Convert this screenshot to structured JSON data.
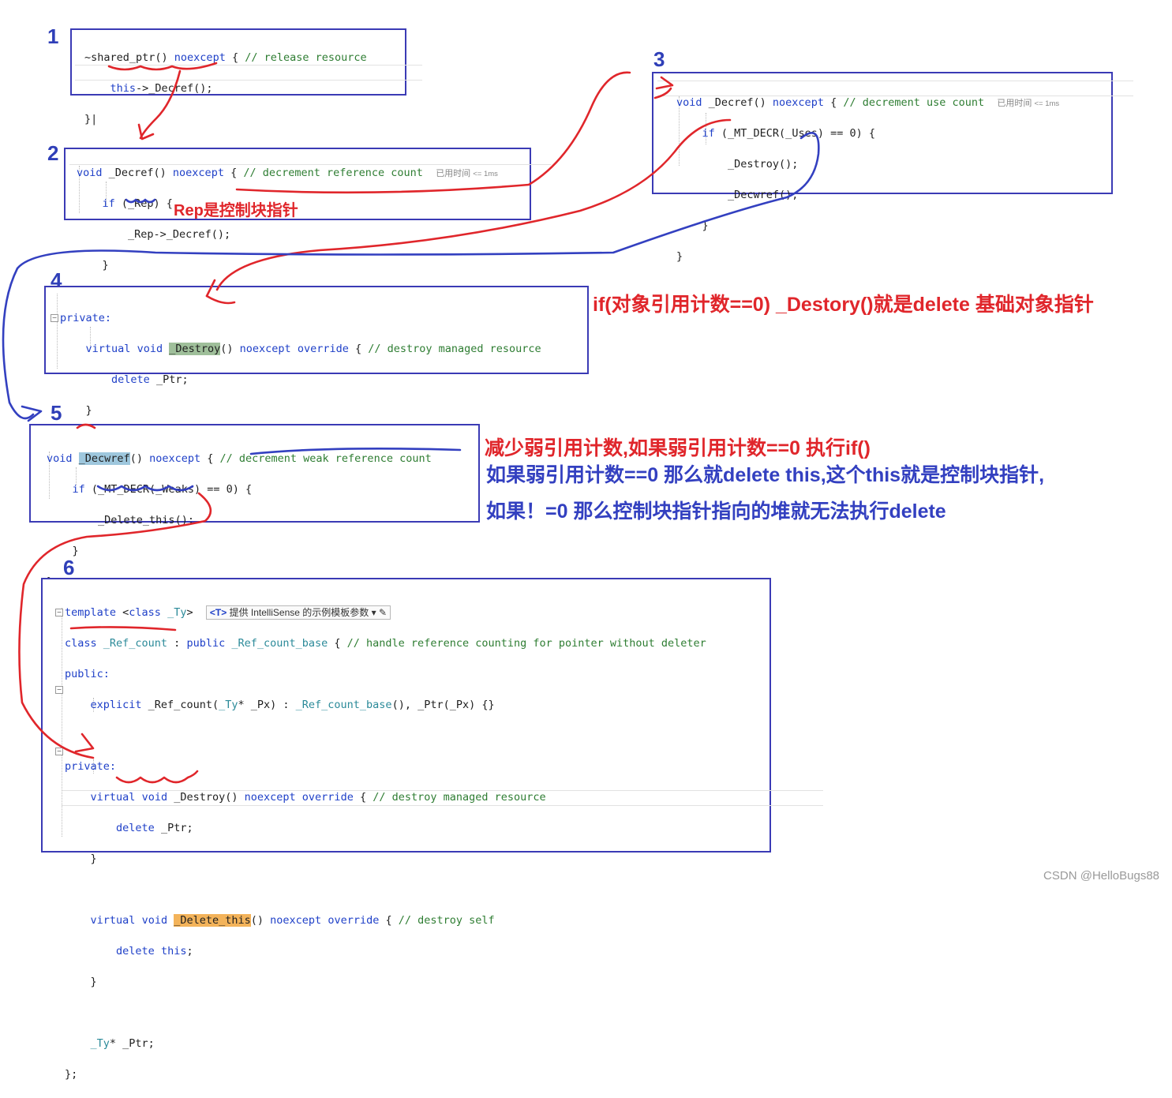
{
  "steps": {
    "s1": {
      "number": "1",
      "l1a": "~shared_ptr() ",
      "l1b": "noexcept",
      "l1c": " { ",
      "l1d": "// release resource",
      "l2a": "this",
      "l2b": "->_Decref();",
      "l3": "}"
    },
    "s2": {
      "number": "2",
      "l1a": "void",
      "l1b": " _Decref() ",
      "l1c": "noexcept",
      "l1d": " { ",
      "l1e": "// decrement reference count",
      "hint": "已用时间",
      "hint_small": "<= 1ms",
      "l2a": "if",
      "l2b": " (_Rep) {",
      "l3": "_Rep->_Decref();",
      "l4": "}",
      "l5": "}"
    },
    "s3": {
      "number": "3",
      "l1a": "void",
      "l1b": " _Decref() ",
      "l1c": "noexcept",
      "l1d": " { ",
      "l1e": "// decrement use count",
      "hint": "已用时间",
      "hint_small": "<= 1ms",
      "l2a": "if",
      "l2b": " (_MT_DECR(_Uses) == 0) {",
      "l3": "_Destroy();",
      "l4": "_Decwref();",
      "l5": "}",
      "l6": "}"
    },
    "s4": {
      "number": "4",
      "l1": "private:",
      "l2a": "virtual",
      "l2b": "void",
      "l2c": "_Destroy",
      "l2d": "() ",
      "l2e": "noexcept",
      "l2f": "override",
      "l2g": " { ",
      "l2h": "// destroy managed resource",
      "l3a": "delete",
      "l3b": " _Ptr;",
      "l4": "}"
    },
    "s5": {
      "number": "5",
      "l1a": "void",
      "l1b": "_Decwref",
      "l1c": "() ",
      "l1d": "noexcept",
      "l1e": " { ",
      "l1f": "// decrement weak reference count",
      "l2a": "if",
      "l2b": " (_MT_DECR(_Weaks) == 0) {",
      "l3": "_Delete_this();",
      "l4": "}",
      "l5": "}"
    },
    "s6": {
      "number": "6",
      "l1a": "template",
      "l1b": " <",
      "l1c": "class",
      "l1d": " _Ty",
      "l1e": ">",
      "badge_t": "<T>",
      "badge_text": "提供 IntelliSense 的示例模板参数 ▾ ✎",
      "l2a": "class",
      "l2b": " _Ref_count",
      "l2c": " : ",
      "l2d": "public",
      "l2e": " _Ref_count_base",
      "l2f": " { ",
      "l2g": "// handle reference counting for pointer without deleter",
      "l3": "public:",
      "l4a": "explicit",
      "l4b": " _Ref_count(",
      "l4c": "_Ty",
      "l4d": "* _Px) : ",
      "l4e": "_Ref_count_base",
      "l4f": "(), _Ptr(_Px) {}",
      "l6": "private:",
      "l7a": "virtual",
      "l7b": "void",
      "l7c": " _Destroy() ",
      "l7d": "noexcept",
      "l7e": "override",
      "l7f": " { ",
      "l7g": "// destroy managed resource",
      "l8a": "delete",
      "l8b": " _Ptr;",
      "l9": "}",
      "l11a": "virtual",
      "l11b": "void",
      "l11c": "_Delete_this",
      "l11d": "() ",
      "l11e": "noexcept",
      "l11f": "override",
      "l11g": " { ",
      "l11h": "// destroy self",
      "l12a": "delete",
      "l12b": "this",
      "l12c": ";",
      "l13": "}",
      "l15a": "_Ty",
      "l15b": "* _Ptr;",
      "l16": "};"
    }
  },
  "annotations": {
    "rep": "Rep是控制块指针",
    "destroy": "if(对象引用计数==0)  _Destory()就是delete 基础对象指针",
    "weak1": "减少弱引用计数,如果弱引用计数==0 执行if()",
    "weak2": "如果弱引用计数==0 那么就delete this,这个this就是控制块指针,",
    "weak3": "如果！=0 那么控制块指针指向的堆就无法执行delete"
  },
  "watermark": "CSDN @HelloBugs88",
  "colors": {
    "box_border": "#3b3bb5",
    "red_ink": "#e0262b",
    "blue_ink": "#3340c0",
    "keyword": "#1f40c8",
    "comment": "#2e7d32",
    "type": "#2b8a99",
    "highlight_green": "#9fbf9a",
    "highlight_blue": "#9ec7dd",
    "highlight_orange": "#f3b35a"
  }
}
